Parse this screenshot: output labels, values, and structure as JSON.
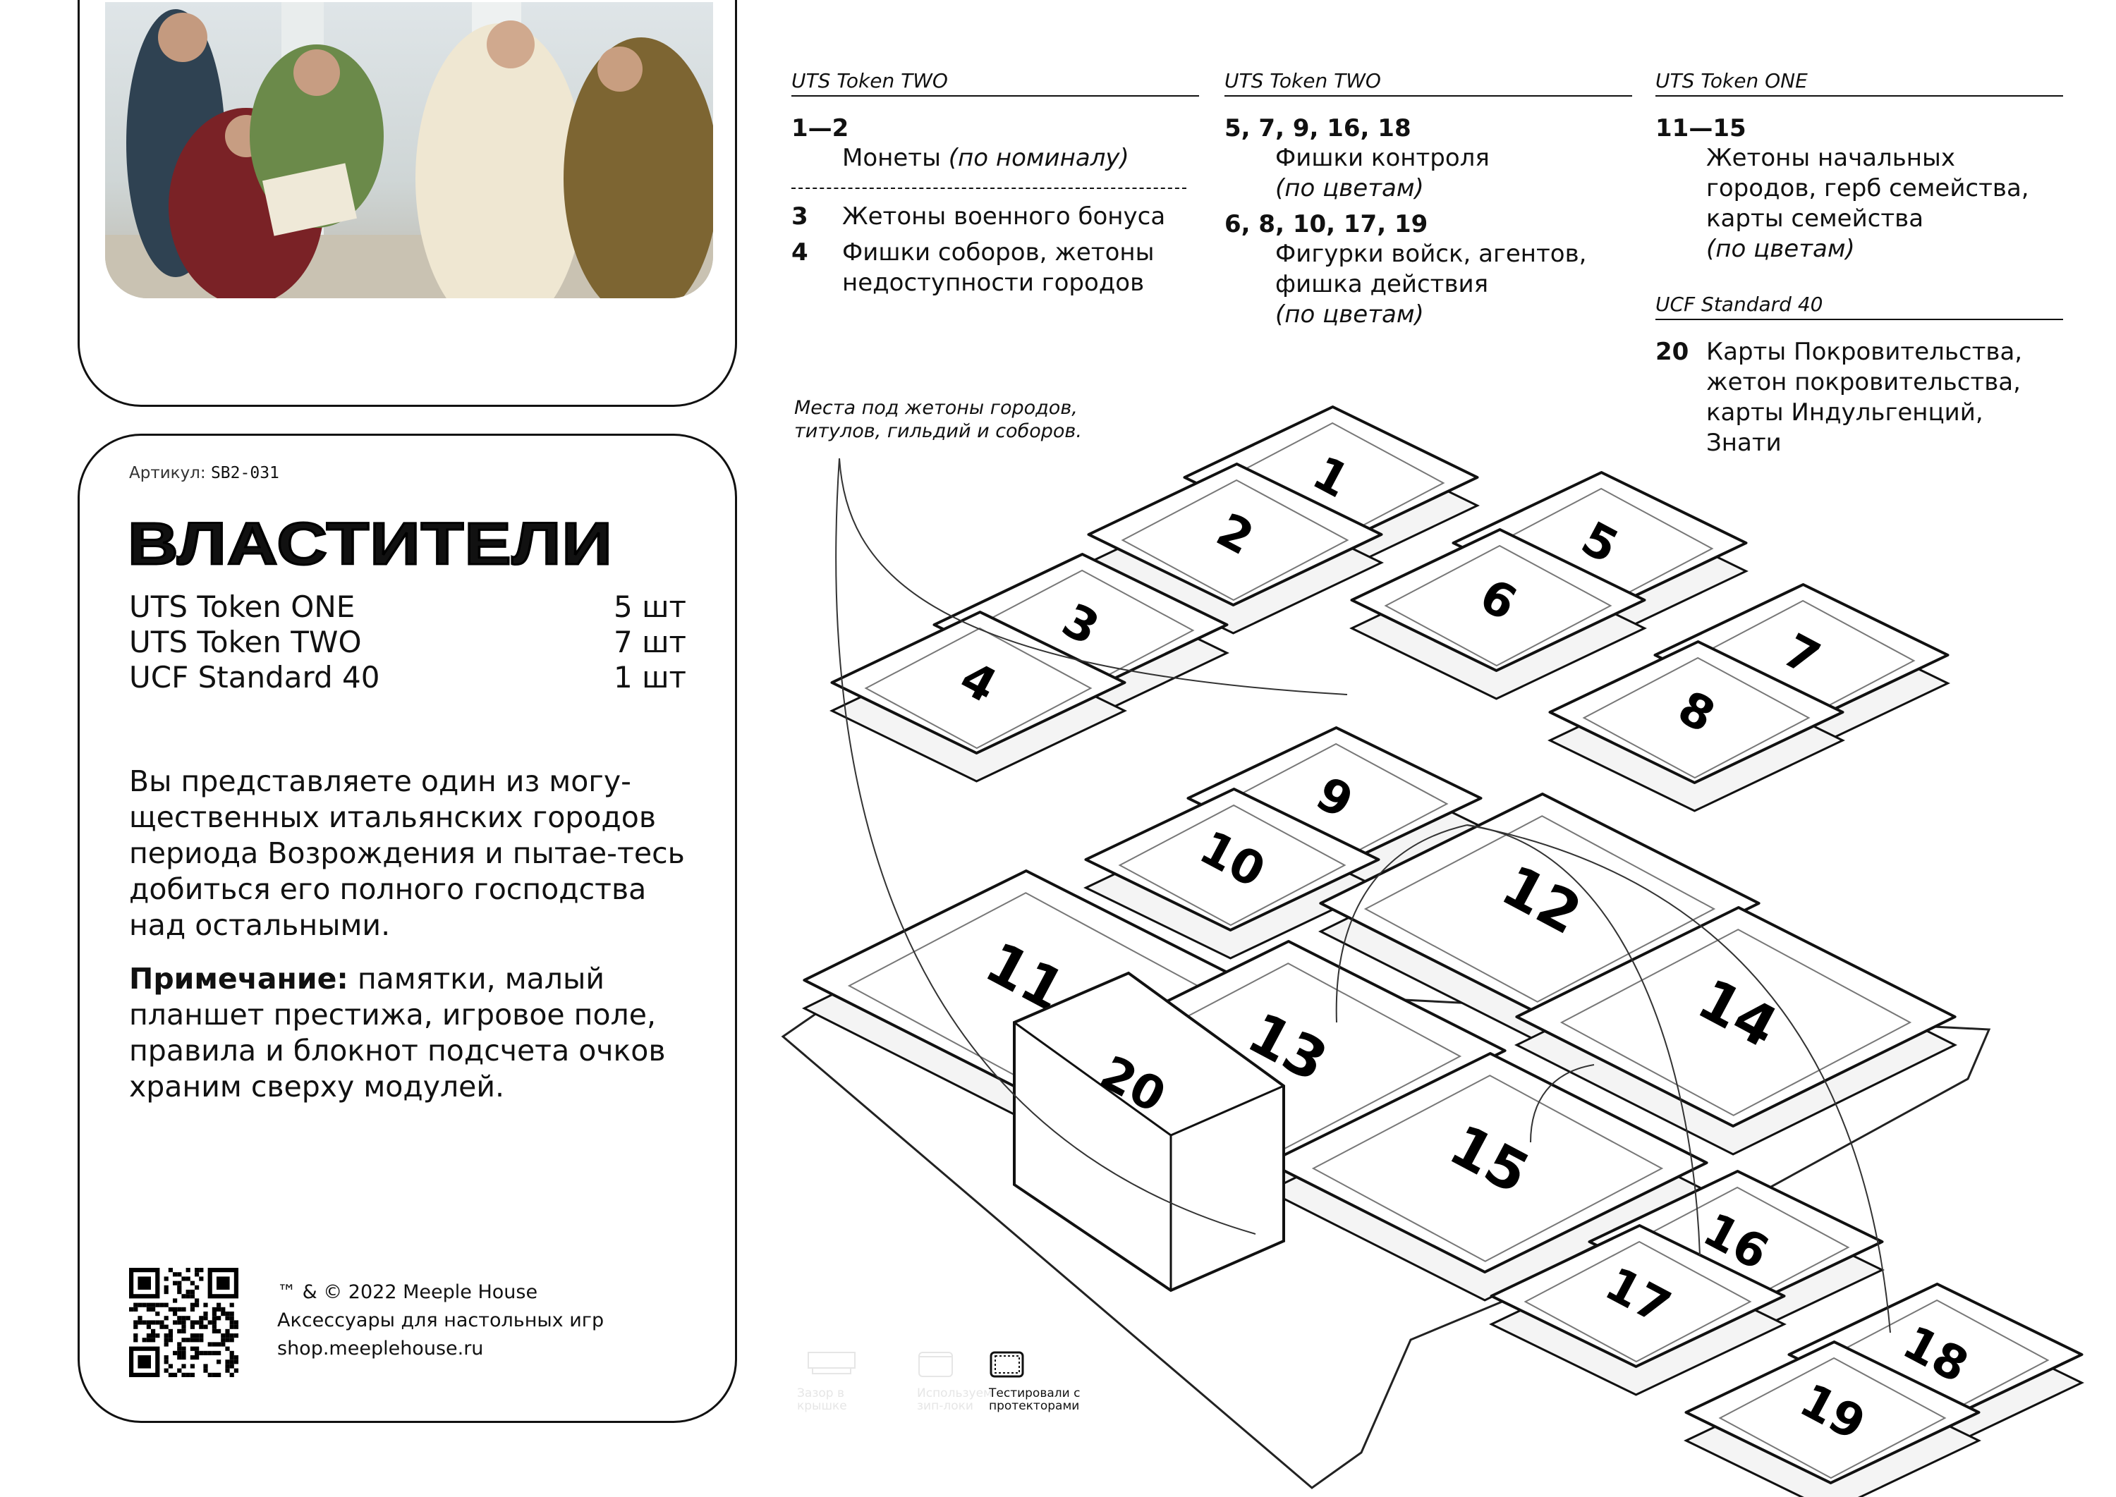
{
  "product": {
    "article_label": "Артикул:",
    "article_code": "SB2-031",
    "title": "ВЛАСТИТЕЛИ",
    "kit": [
      {
        "name": "UTS Token ONE",
        "qty": "5 шт"
      },
      {
        "name": "UTS Token TWO",
        "qty": "7 шт"
      },
      {
        "name": "UCF Standard 40",
        "qty": "1 шт"
      }
    ],
    "description": "Вы представляете один из могу-щественных итальянских городов периода Возрождения и пытае-тесь добиться его полного господства над остальными.",
    "note_label": "Примечание:",
    "note_text": " памятки, малый планшет престижа, игровое поле, правила и блокнот подсчета очков храним сверху модулей."
  },
  "footer": {
    "copyright": "™ & © 2022 Meeple House",
    "tagline": "Аксессуары для настольных игр",
    "url": "shop.meeplehouse.ru"
  },
  "columns": [
    {
      "header": "UTS Token TWO",
      "groups": [
        {
          "num": "1—2",
          "text": "Монеты ",
          "sub": "(по номиналу)"
        }
      ],
      "items": [
        {
          "num": "3",
          "text": "Жетоны военного бонуса"
        },
        {
          "num": "4",
          "text": "Фишки соборов, жетоны недоступности городов"
        }
      ]
    },
    {
      "header": "UTS Token TWO",
      "groups": [
        {
          "num": "5, 7, 9, 16, 18",
          "text": "Фишки контроля",
          "sub": "(по цветам)"
        },
        {
          "num": "6, 8, 10, 17, 19",
          "text": "Фигурки войск, агентов, фишка действия",
          "sub": "(по цветам)"
        }
      ]
    },
    {
      "header": "UTS Token ONE",
      "groups": [
        {
          "num": "11—15",
          "text": "Жетоны начальных городов, герб семейства, карты семейства",
          "sub": "(по цветам)"
        }
      ],
      "header2": "UCF Standard 40",
      "items": [
        {
          "num": "20",
          "text": "Карты Покровительства, жетон покровительства, карты Индульгенций, Знати"
        }
      ]
    }
  ],
  "annotation": "Места под жетоны городов, титулов, гильдий и соборов.",
  "compartments": [
    "1",
    "2",
    "3",
    "4",
    "5",
    "6",
    "7",
    "8",
    "9",
    "10",
    "11",
    "12",
    "13",
    "14",
    "15",
    "16",
    "17",
    "18",
    "19",
    "20"
  ],
  "legend": [
    {
      "icon": "lid-gap-icon",
      "label": "Зазор в крышке",
      "active": false
    },
    {
      "icon": "zip-lock-icon",
      "label": "Используем зип-локи",
      "active": false
    },
    {
      "icon": "sleeved-card-icon",
      "label": "Тестировали с протекторами",
      "active": true
    }
  ]
}
